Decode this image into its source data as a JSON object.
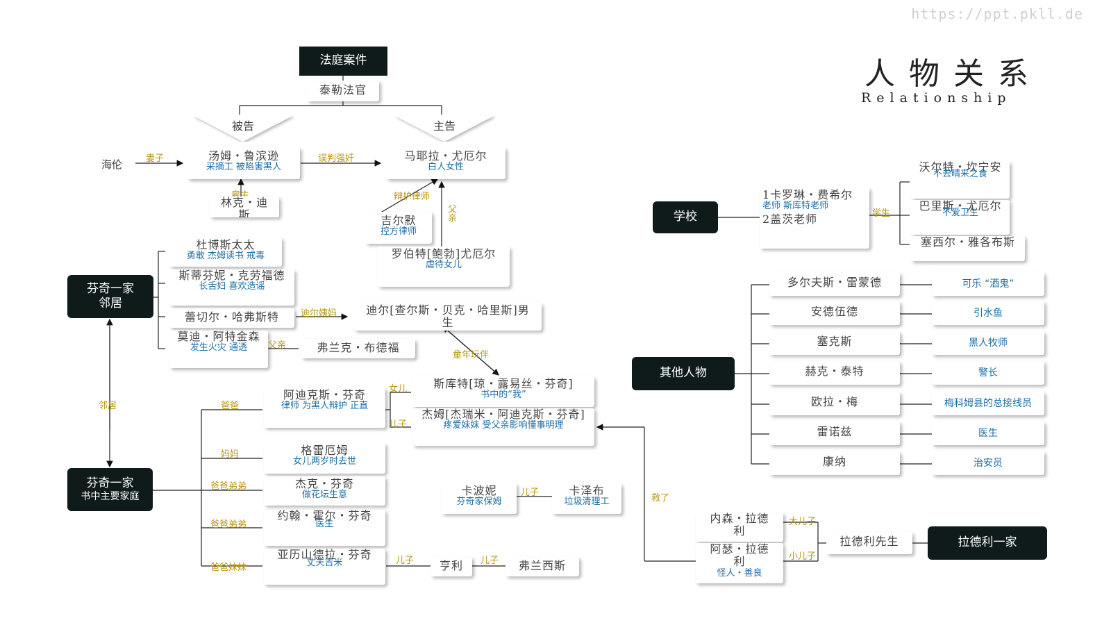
{
  "header": {
    "url": "https://ppt.pkll.de",
    "title": "人物关系",
    "subtitle": "Relationship"
  },
  "court": {
    "title": "法庭案件",
    "judge": "泰勒法官",
    "defendant_label": "被告",
    "plaintiff_label": "主告",
    "helen": "海伦",
    "wife_label": "妻子",
    "tom": {
      "name": "汤姆・鲁滨逊",
      "desc": "采摘工  被陷害黑人"
    },
    "false_label": "误判强奸",
    "mayella": {
      "name": "马耶拉・尤厄尔",
      "desc": "白人女性"
    },
    "link": {
      "name": "林克・迪斯"
    },
    "employer_label": "雇主",
    "gilmer": {
      "name": "吉尔默",
      "desc": "控方律师"
    },
    "defense_label": "辩护律师",
    "father_label": "父亲",
    "robert": {
      "name": "罗伯特[鲍勃]尤厄尔",
      "desc": "虐待女儿"
    }
  },
  "neighbors": {
    "group": "芬奇一家",
    "group_sub": "邻居",
    "dubose": {
      "name": "杜博斯太太",
      "desc": "勇敢 杰姆读书 戒毒"
    },
    "stephanie": {
      "name": "斯蒂芬妮・克劳福德",
      "desc": "长舌妇 喜欢造谣"
    },
    "rachel": {
      "name": "蕾切尔・哈弗斯特"
    },
    "aunt_label": "迪尔姨妈",
    "maudie": {
      "name": "莫迪・阿特金森",
      "desc": "发生火灾  通透"
    },
    "father_label": "父亲",
    "dill": {
      "name": "迪尔[查尔斯・贝克・哈里斯]男生"
    },
    "franklin": {
      "name": "弗兰克・布德福"
    },
    "playmate_label": "童年玩伴",
    "neighbor_label": "邻居"
  },
  "family": {
    "group": "芬奇一家",
    "group_sub": "书中主要家庭",
    "dad_label": "爸爸",
    "mom_label": "妈妈",
    "uncle_label": "爸爸弟弟",
    "uncle2_label": "爸爸弟弟",
    "aunt_label": "爸爸妹妹",
    "atticus": {
      "name": "阿迪克斯・芬奇",
      "desc": "律师 为黑人辩护 正直"
    },
    "daughter_label": "女儿",
    "son_label": "儿子",
    "scout": {
      "name": "斯库特[琼・露易丝・芬奇]",
      "desc": "书中的“我”"
    },
    "jem": {
      "name": "杰姆[杰瑞米・阿迪克斯・芬奇]",
      "desc": "疼爱妹妹  受父亲影响懂事明理"
    },
    "grace": {
      "name": "格雷厄姆",
      "desc": "女儿两岁时去世"
    },
    "jack": {
      "name": "杰克・芬奇",
      "desc": "做花坛生意"
    },
    "john": {
      "name": "约翰・霍尔・芬奇",
      "desc": "医生"
    },
    "alexandra": {
      "name": "亚历山德拉・芬奇",
      "desc": "丈夫吉米"
    },
    "son_label2": "儿子",
    "henry": {
      "name": "亨利"
    },
    "son_label3": "儿子",
    "francis": {
      "name": "弗兰西斯"
    },
    "calpurnia": {
      "name": "卡波妮",
      "desc": "芬奇家保姆"
    },
    "son_label4": "儿子",
    "zeebo": {
      "name": "卡泽布",
      "desc": "垃圾清理工"
    }
  },
  "school": {
    "group": "学校",
    "teacher": {
      "name": "1卡罗琳・费希尔",
      "desc": "老师  斯库特老师",
      "name2": "2盖茨老师"
    },
    "student_label": "学生",
    "walter": {
      "name": "沃尔特・坎宁安",
      "desc": "不去晴来之食"
    },
    "burris": {
      "name": "巴里斯・尤厄尔",
      "desc": "不爱卫生"
    },
    "cecil": {
      "name": "塞西尔・雅各布斯"
    }
  },
  "others": {
    "group": "其他人物",
    "people": [
      {
        "name": "多尔夫斯・雷蒙德",
        "role": "可乐 “酒鬼”"
      },
      {
        "name": "安德伍德",
        "role": "引水鱼"
      },
      {
        "name": "塞克斯",
        "role": "黑人牧师"
      },
      {
        "name": "赫克・泰特",
        "role": "警长"
      },
      {
        "name": "欧拉・梅",
        "role": "梅科姆县的总接线员"
      },
      {
        "name": "雷诺兹",
        "role": "医生"
      },
      {
        "name": "康纳",
        "role": "治安员"
      }
    ]
  },
  "radley": {
    "group": "拉德利一家",
    "father": {
      "name": "拉德利先生"
    },
    "older_label": "大儿子",
    "younger_label": "小儿子",
    "nathan": {
      "name": "内森・拉德利"
    },
    "arthur": {
      "name": "阿瑟・拉德利",
      "desc": "怪人・善良"
    },
    "saved_label": "救了"
  }
}
